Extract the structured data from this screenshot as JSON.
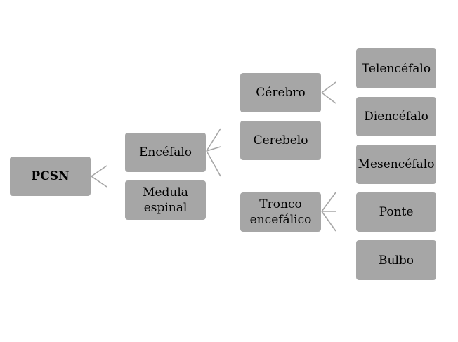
{
  "nodes": {
    "root": "PCSN",
    "encefalo": "Encéfalo",
    "medula": "Medula espinal",
    "cerebro": "Cérebro",
    "cerebelo": "Cerebelo",
    "tronco": "Tronco encefálico",
    "telencefalo": "Telencéfalo",
    "diencefalo": "Diencéfalo",
    "mesencefalo": "Mesencéfalo",
    "ponte": "Ponte",
    "bulbo": "Bulbo"
  },
  "colors": {
    "node_fill": "#a6a6a6",
    "connector": "#a6a6a6",
    "text": "#000000"
  }
}
